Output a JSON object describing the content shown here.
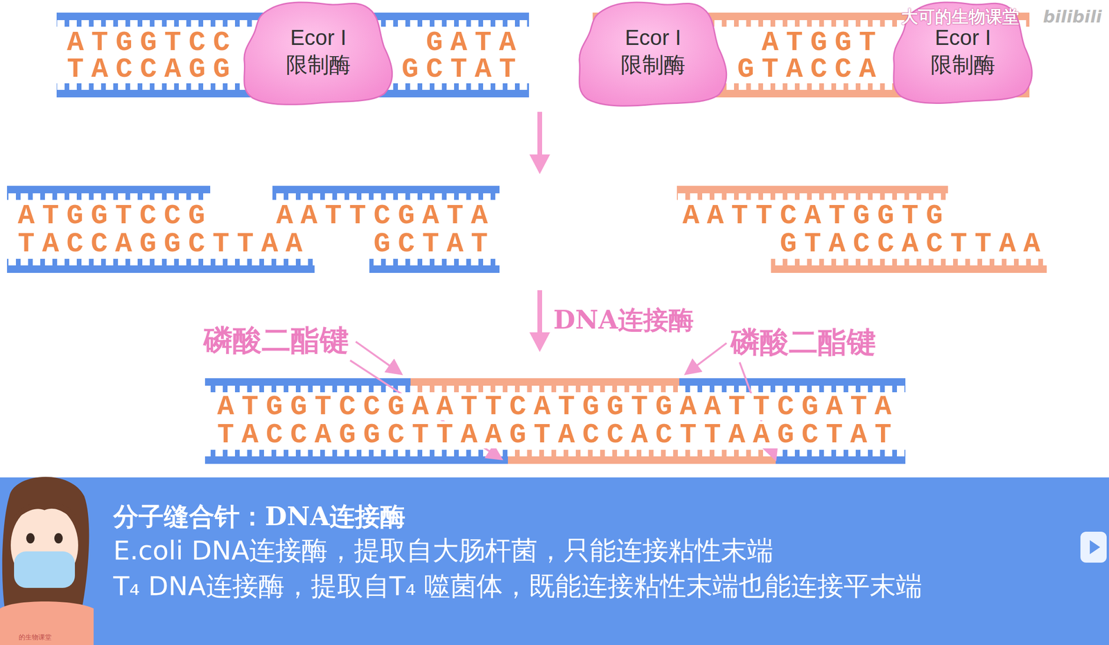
{
  "diagram": {
    "nodes": [
      {
        "text": [
          "Ecor I",
          "限制酶"
        ]
      },
      {
        "text": [
          "Ecor I",
          "限制酶"
        ]
      },
      {
        "text": [
          "Ecor I",
          "限制酶"
        ]
      },
      {
        "text": [
          "分子缝合针：DNA连接酶",
          "E.coli DNA连接酶，提取自大肠杆菌，只能连接粘性末端",
          "T₄ DNA连接酶，提取自T₄ 噬菌体，既能连接粘性末端也能连接平末端"
        ]
      }
    ],
    "labels": [
      "ATGGTCC",
      "TACCAGG",
      "GATA",
      "GCTAT",
      "ATGGT",
      "GTACCA",
      "大可的生物课堂",
      "bilibili",
      "ATGGTCCG",
      "TACCAGGCTTAA",
      "AATTCGATA",
      "GCTAT",
      "AATTCATGGTG",
      "GTACCACTTAA",
      "DNA连接酶",
      "磷酸二酯键",
      "磷酸二酯键",
      "ATGGTCCGAATTCATGGTGAATTCGATA",
      "TACCAGGCTTAAGTACCACTTAAGCTAT",
      "的生物课堂"
    ]
  }
}
